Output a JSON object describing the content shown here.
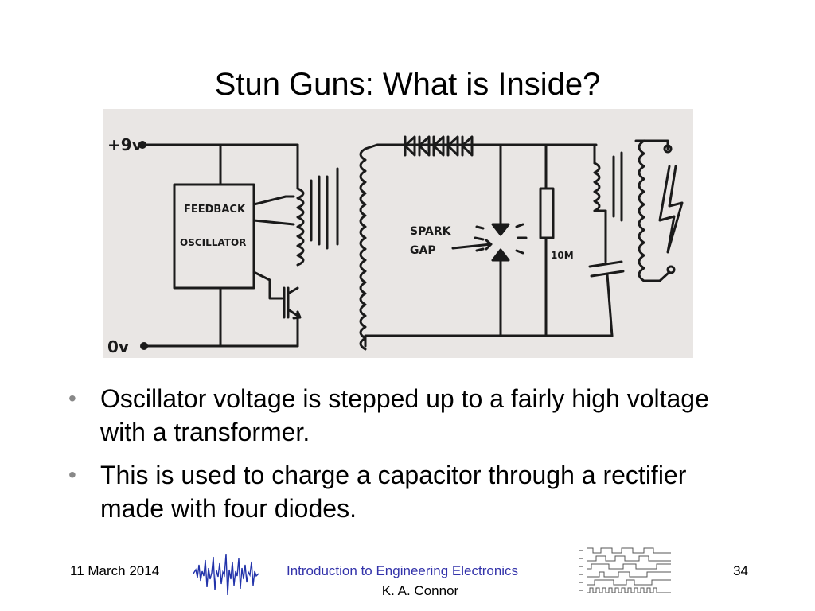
{
  "slide": {
    "title": "Stun Guns: What is Inside?",
    "bullets": [
      "Oscillator voltage is stepped up to a fairly high voltage with a transformer.",
      "This is used to charge a capacitor through a rectifier made with four diodes."
    ]
  },
  "figure": {
    "labels": {
      "supply": "+9v",
      "ground": "0v",
      "block_line1": "FEEDBACK",
      "block_line2": "OSCILLATOR",
      "spark_line1": "SPARK",
      "spark_line2": "GAP",
      "resistor": "10M"
    }
  },
  "footer": {
    "date": "11 March 2014",
    "course": "Introduction to Engineering Electronics",
    "author": "K. A. Connor",
    "page": "34"
  }
}
